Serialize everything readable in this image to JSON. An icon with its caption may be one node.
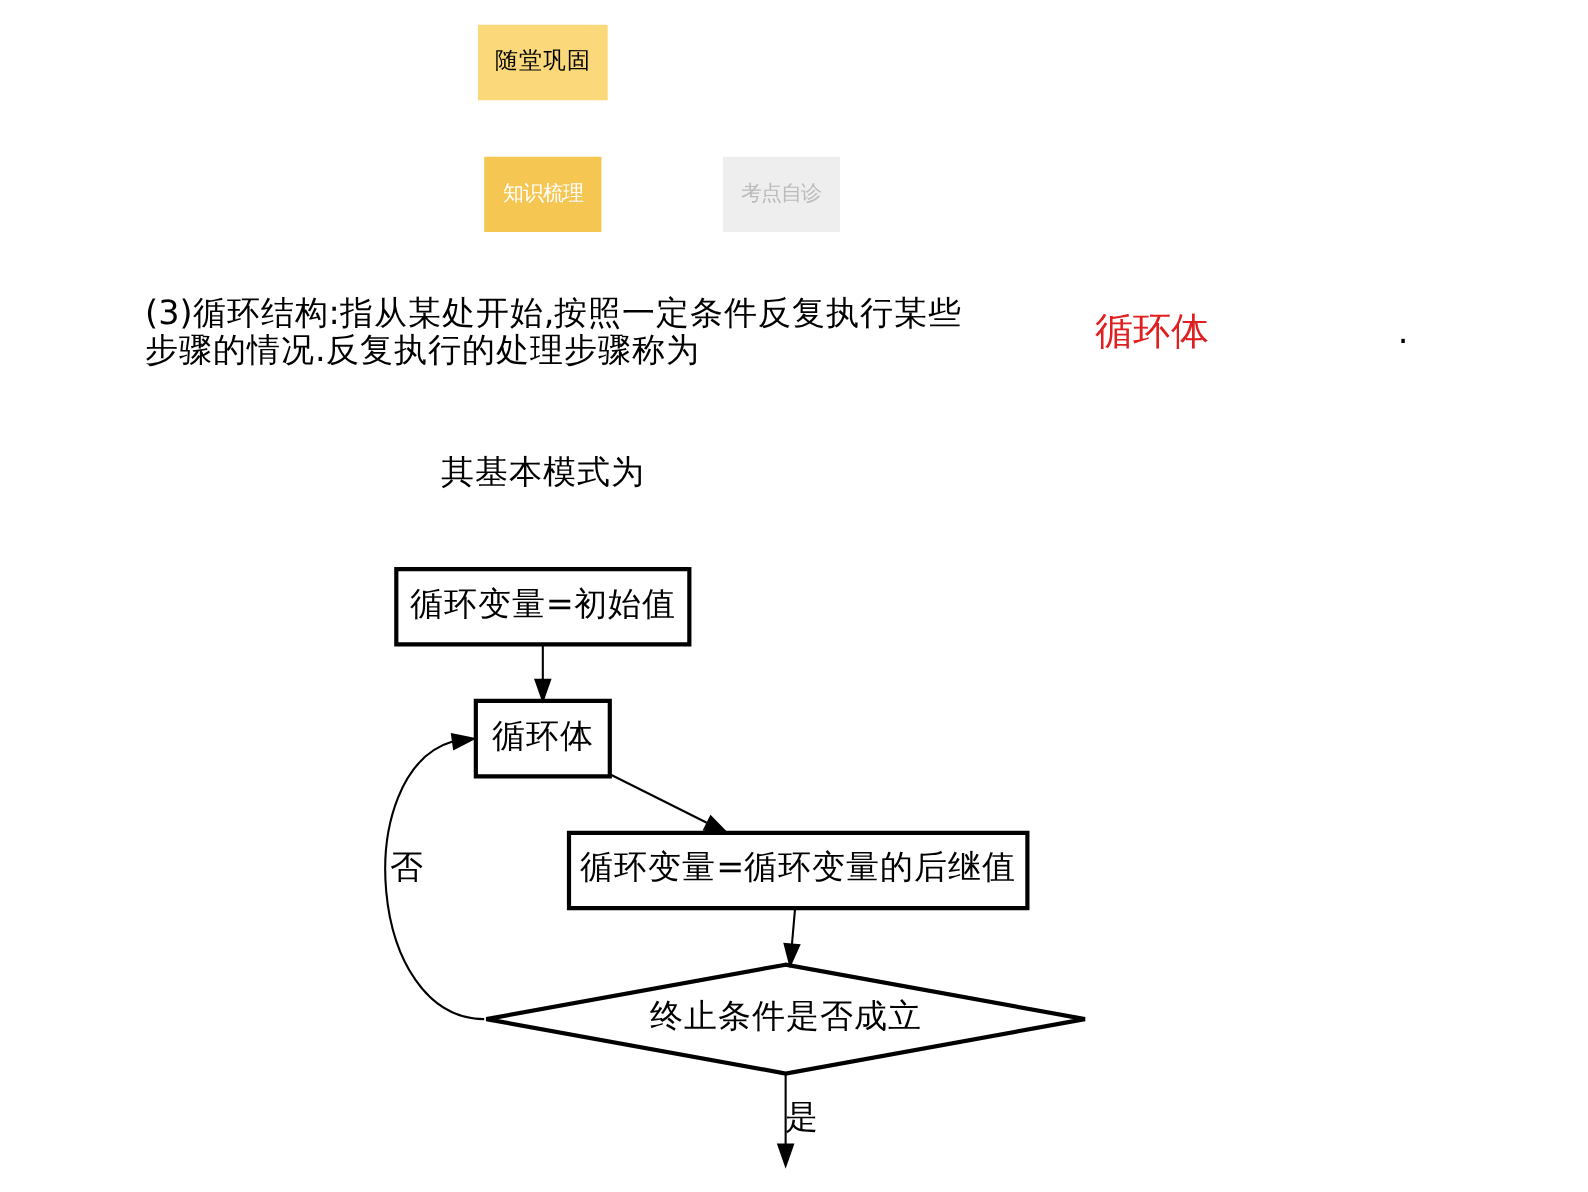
{
  "diagram": {
    "nodes": [
      {
        "text": [
          "循环变量=初始值"
        ]
      },
      {
        "text": [
          "循环体"
        ]
      },
      {
        "text": [
          "循环变量=循环变量的后继值"
        ]
      },
      {
        "text": [
          "终止条件是否成立"
        ]
      }
    ],
    "edges": [
      {
        "from": 0,
        "to": 1,
        "arrow": "to"
      },
      {
        "from": 1,
        "to": 2,
        "arrow": "to"
      },
      {
        "from": 2,
        "to": 3,
        "arrow": "to"
      },
      {
        "from": 3,
        "to": 1,
        "arrow": "to",
        "label": "否"
      },
      {
        "from": 3,
        "to": null,
        "arrow": "to",
        "label": "是"
      }
    ],
    "labels": [
      "随堂巩固",
      "知识梳理",
      "考点自诊",
      "(3)循环结构:指从某处开始,按照一定条件反复执行某些步骤的情况.反复执行的处理步骤称为",
      "循环体",
      ".",
      "其基本模式为"
    ]
  }
}
